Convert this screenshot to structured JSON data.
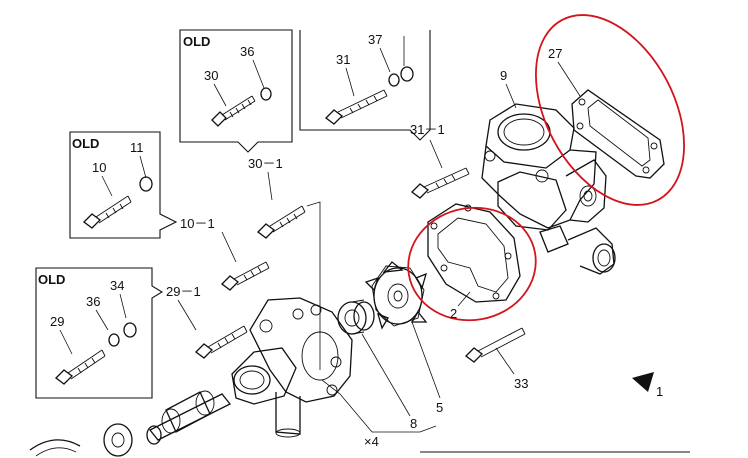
{
  "labels": {
    "old_a": "OLD",
    "old_b": "OLD",
    "old_c": "OLD",
    "p36a": "36",
    "p30": "30",
    "p30_1": "30－1",
    "p37": "37",
    "p31": "31",
    "p31_1": "31－1",
    "p9": "9",
    "p27": "27",
    "p11": "11",
    "p10": "10",
    "p10_1": "10－1",
    "p29_1": "29－1",
    "p34": "34",
    "p36b": "36",
    "p29": "29",
    "p2": "2",
    "p8": "8",
    "p5": "5",
    "p4": "×4",
    "p33": "33",
    "p1": "1"
  },
  "colors": {
    "line": "#111111",
    "highlight": "#d4141c",
    "background": "#ffffff"
  },
  "icons": {
    "direction": "arrowhead-icon"
  }
}
